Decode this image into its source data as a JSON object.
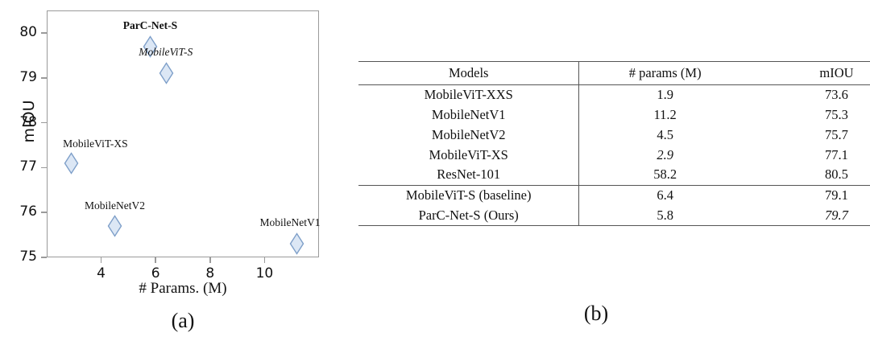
{
  "figure": {
    "panel_a_caption": "(a)",
    "panel_b_caption": "(b)"
  },
  "chart_data": {
    "type": "scatter",
    "title": "",
    "xlabel": "# Params. (M)",
    "ylabel": "mIOU",
    "xlim": [
      2.0,
      12.0
    ],
    "ylim": [
      75,
      80.5
    ],
    "xticks": [
      4,
      6,
      8,
      10
    ],
    "yticks": [
      75,
      76,
      77,
      78,
      79,
      80
    ],
    "grid": false,
    "legend": "none",
    "marker_shape": "diamond",
    "marker_fill": "#dce7f5",
    "marker_edge": "#7e9fc9",
    "points": [
      {
        "label": "ParC-Net-S",
        "x": 5.8,
        "y": 79.7,
        "style": "bold",
        "label_dx": 0,
        "label_dy": -26
      },
      {
        "label": "MobileViT-S",
        "x": 6.4,
        "y": 79.1,
        "style": "italic",
        "label_dx": -1,
        "label_dy": -26
      },
      {
        "label": "MobileViT-XS",
        "x": 2.9,
        "y": 77.1,
        "style": "normal",
        "label_dx": 30,
        "label_dy": -24
      },
      {
        "label": "MobileNetV2",
        "x": 4.5,
        "y": 75.7,
        "style": "normal",
        "label_dx": 0,
        "label_dy": -25
      },
      {
        "label": "MobileNetV1",
        "x": 11.2,
        "y": 75.3,
        "style": "normal",
        "label_dx": -9,
        "label_dy": -26
      }
    ]
  },
  "table": {
    "columns": [
      "Models",
      "# params (M)",
      "mIOU"
    ],
    "groups": [
      {
        "rows": [
          {
            "model": "MobileViT-XXS",
            "params": "1.9",
            "params_style": "bold",
            "miou": "73.6",
            "miou_style": "normal"
          },
          {
            "model": "MobileNetV1",
            "params": "11.2",
            "params_style": "normal",
            "miou": "75.3",
            "miou_style": "normal"
          },
          {
            "model": "MobileNetV2",
            "params": "4.5",
            "params_style": "normal",
            "miou": "75.7",
            "miou_style": "normal"
          },
          {
            "model": "MobileViT-XS",
            "params": "2.9",
            "params_style": "italic",
            "miou": "77.1",
            "miou_style": "normal"
          },
          {
            "model": "ResNet-101",
            "params": "58.2",
            "params_style": "normal",
            "miou": "80.5",
            "miou_style": "bold"
          }
        ]
      },
      {
        "rows": [
          {
            "model": "MobileViT-S (baseline)",
            "params": "6.4",
            "params_style": "normal",
            "miou": "79.1",
            "miou_style": "normal"
          },
          {
            "model": "ParC-Net-S (Ours)",
            "params": "5.8",
            "params_style": "normal",
            "miou": "79.7",
            "miou_style": "italic"
          }
        ]
      }
    ]
  }
}
